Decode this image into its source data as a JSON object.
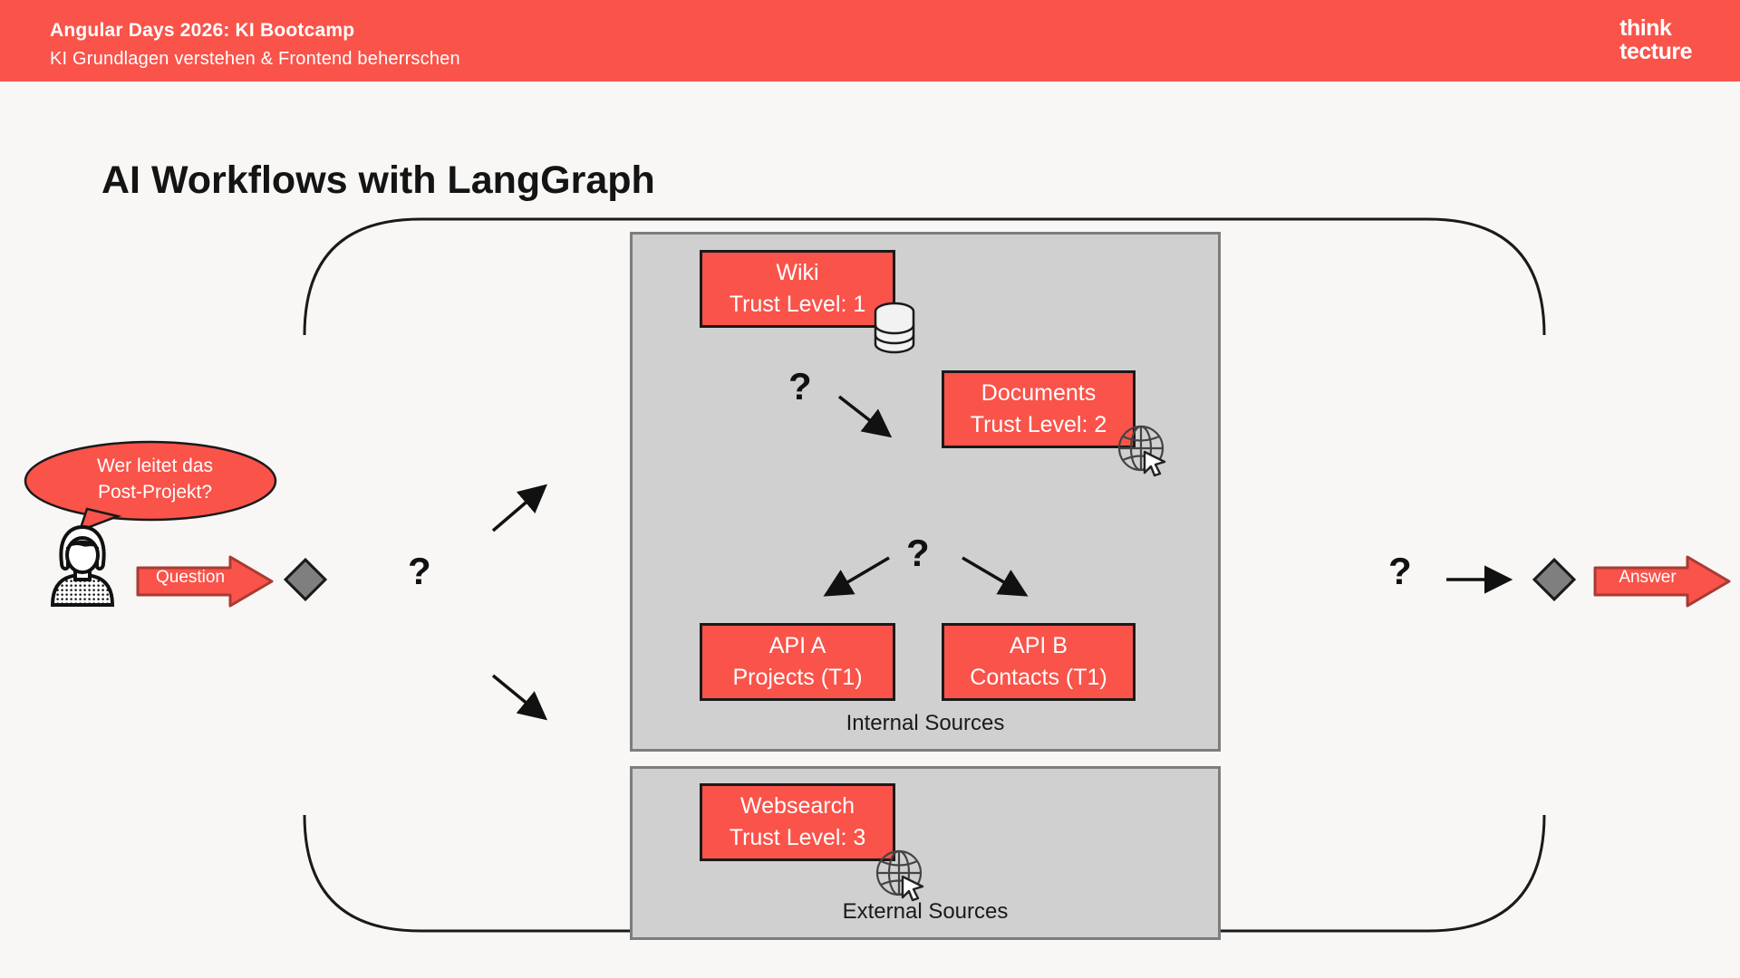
{
  "header": {
    "title": "Angular Days 2026: KI Bootcamp",
    "subtitle": "KI Grundlagen verstehen & Frontend beherrschen",
    "logo_line1": "think",
    "logo_line2": "tecture",
    "bar_color": "#f9534a",
    "text_color": "#ffffff"
  },
  "slide": {
    "title": "AI Workflows with LangGraph",
    "background": "#f8f7f5"
  },
  "user": {
    "speech_bubble_line1": "Wer leitet das",
    "speech_bubble_line2": "Post-Projekt?",
    "avatar_icon": "person-icon"
  },
  "flow": {
    "question_arrow_label": "Question",
    "answer_arrow_label": "Answer",
    "router_question_mark": "?",
    "output_question_mark": "?",
    "start_node_icon": "diamond-node-icon",
    "end_node_icon": "diamond-node-icon"
  },
  "internal_sources": {
    "label": "Internal Sources",
    "panel_color": "#d0d0d0",
    "branch_question_mark_top": "?",
    "branch_question_mark_bottom": "?",
    "nodes": [
      {
        "name": "wiki",
        "line1": "Wiki",
        "line2": "Trust Level: 1",
        "trust_level": 1,
        "icon": "database-icon",
        "color": "#f9534a"
      },
      {
        "name": "documents",
        "line1": "Documents",
        "line2": "Trust Level: 2",
        "trust_level": 2,
        "icon": "globe-cursor-icon",
        "color": "#f9534a"
      },
      {
        "name": "api-a",
        "line1": "API A",
        "line2": "Projects (T1)",
        "trust_level": 1,
        "icon": "",
        "color": "#f9534a"
      },
      {
        "name": "api-b",
        "line1": "API B",
        "line2": "Contacts (T1)",
        "trust_level": 1,
        "icon": "",
        "color": "#f9534a"
      }
    ]
  },
  "external_sources": {
    "label": "External Sources",
    "panel_color": "#d0d0d0",
    "nodes": [
      {
        "name": "websearch",
        "line1": "Websearch",
        "line2": "Trust Level: 3",
        "trust_level": 3,
        "icon": "globe-cursor-icon",
        "color": "#f9534a"
      }
    ]
  }
}
